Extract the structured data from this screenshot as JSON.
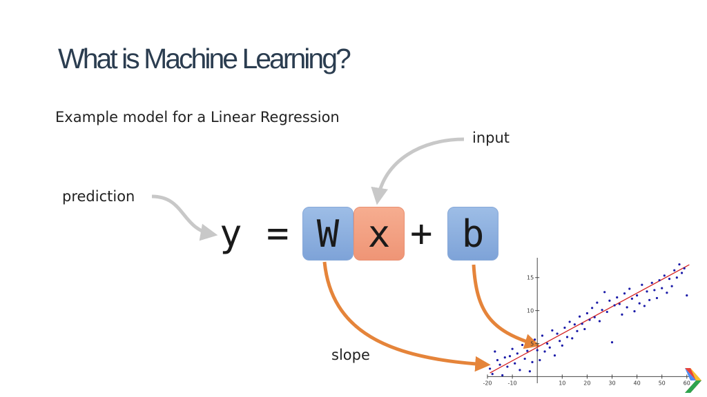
{
  "slide": {
    "title": "What is Machine Learning?",
    "subtitle": "Example model for a Linear Regression"
  },
  "equation": {
    "y": "y",
    "equals": "=",
    "w": "W",
    "x": "x",
    "plus": "+",
    "b": "b"
  },
  "annotations": {
    "input": "input",
    "prediction": "prediction",
    "slope": "slope"
  },
  "colors": {
    "title": "#2b3d50",
    "weight_box": "#8fb1e0",
    "input_box": "#f2a083",
    "gray_arrow": "#c8c8c8",
    "orange_arrow": "#e5843a",
    "scatter_points": "#1a1aa8",
    "fit_line": "#d42020"
  },
  "chart_data": {
    "type": "scatter",
    "x_ticks": [
      "-20",
      "-10",
      "10",
      "20",
      "30",
      "40",
      "50",
      "60"
    ],
    "y_ticks": [
      "5",
      "10",
      "15"
    ],
    "xlim": [
      -20,
      62
    ],
    "ylim": [
      -1,
      18
    ],
    "points": [
      [
        -19,
        1.2
      ],
      [
        -18,
        0.4
      ],
      [
        -17,
        3.8
      ],
      [
        -16,
        2.5
      ],
      [
        -15,
        1.8
      ],
      [
        -14,
        0.2
      ],
      [
        -13,
        2.9
      ],
      [
        -12,
        1.5
      ],
      [
        -11,
        3.1
      ],
      [
        -10,
        4.2
      ],
      [
        -9,
        2.0
      ],
      [
        -8,
        3.5
      ],
      [
        -7,
        1.0
      ],
      [
        -6,
        4.8
      ],
      [
        -5,
        2.7
      ],
      [
        -4,
        3.9
      ],
      [
        -3,
        0.8
      ],
      [
        -2,
        2.2
      ],
      [
        -1,
        5.6
      ],
      [
        0,
        4.0
      ],
      [
        1,
        2.5
      ],
      [
        2,
        6.2
      ],
      [
        3,
        3.8
      ],
      [
        4,
        5.0
      ],
      [
        5,
        4.4
      ],
      [
        6,
        7.0
      ],
      [
        7,
        3.2
      ],
      [
        8,
        6.5
      ],
      [
        9,
        5.4
      ],
      [
        10,
        4.7
      ],
      [
        11,
        7.4
      ],
      [
        12,
        6.0
      ],
      [
        13,
        8.3
      ],
      [
        14,
        5.8
      ],
      [
        15,
        7.9
      ],
      [
        16,
        6.9
      ],
      [
        17,
        9.1
      ],
      [
        18,
        8.0
      ],
      [
        19,
        7.2
      ],
      [
        20,
        9.6
      ],
      [
        21,
        8.6
      ],
      [
        22,
        10.4
      ],
      [
        23,
        9.0
      ],
      [
        24,
        11.2
      ],
      [
        25,
        8.4
      ],
      [
        26,
        10.1
      ],
      [
        27,
        12.8
      ],
      [
        28,
        9.8
      ],
      [
        29,
        11.5
      ],
      [
        30,
        5.2
      ],
      [
        31,
        10.8
      ],
      [
        32,
        12.0
      ],
      [
        33,
        11.0
      ],
      [
        34,
        9.4
      ],
      [
        35,
        12.6
      ],
      [
        36,
        10.5
      ],
      [
        37,
        13.3
      ],
      [
        38,
        11.8
      ],
      [
        39,
        9.9
      ],
      [
        40,
        12.3
      ],
      [
        41,
        11.1
      ],
      [
        42,
        13.9
      ],
      [
        43,
        10.7
      ],
      [
        44,
        12.9
      ],
      [
        45,
        11.6
      ],
      [
        46,
        14.2
      ],
      [
        47,
        13.1
      ],
      [
        48,
        11.9
      ],
      [
        49,
        14.6
      ],
      [
        50,
        13.4
      ],
      [
        51,
        15.3
      ],
      [
        52,
        12.7
      ],
      [
        53,
        14.8
      ],
      [
        54,
        13.7
      ],
      [
        55,
        16.1
      ],
      [
        56,
        15.0
      ],
      [
        57,
        17.0
      ],
      [
        58,
        15.7
      ],
      [
        59,
        16.4
      ],
      [
        60,
        12.3
      ]
    ],
    "fit": {
      "slope": 0.205,
      "intercept": 4.45
    }
  }
}
